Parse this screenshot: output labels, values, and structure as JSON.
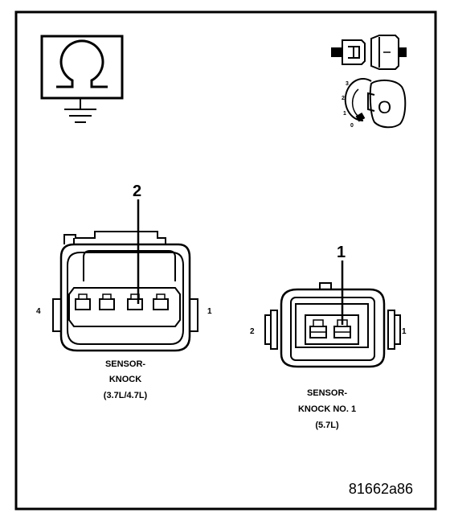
{
  "sensor_a": {
    "callout": "2",
    "pin_left": "4",
    "pin_right": "1",
    "label_line1": "SENSOR-",
    "label_line2": "KNOCK",
    "label_line3": "(3.7L/4.7L)"
  },
  "sensor_b": {
    "callout": "1",
    "pin_left": "2",
    "pin_right": "1",
    "label_line1": "SENSOR-",
    "label_line2": "KNOCK NO. 1",
    "label_line3": "(5.7L)"
  },
  "ignition": {
    "pos3": "3",
    "pos2": "2",
    "pos1": "1",
    "pos0": "0",
    "key_glyph": "O"
  },
  "figure_id": "81662a86",
  "icons": {
    "ohmmeter": "ohm-ground-icon",
    "connector": "disconnect-connector-icon",
    "ignition": "ignition-key-off-icon"
  }
}
